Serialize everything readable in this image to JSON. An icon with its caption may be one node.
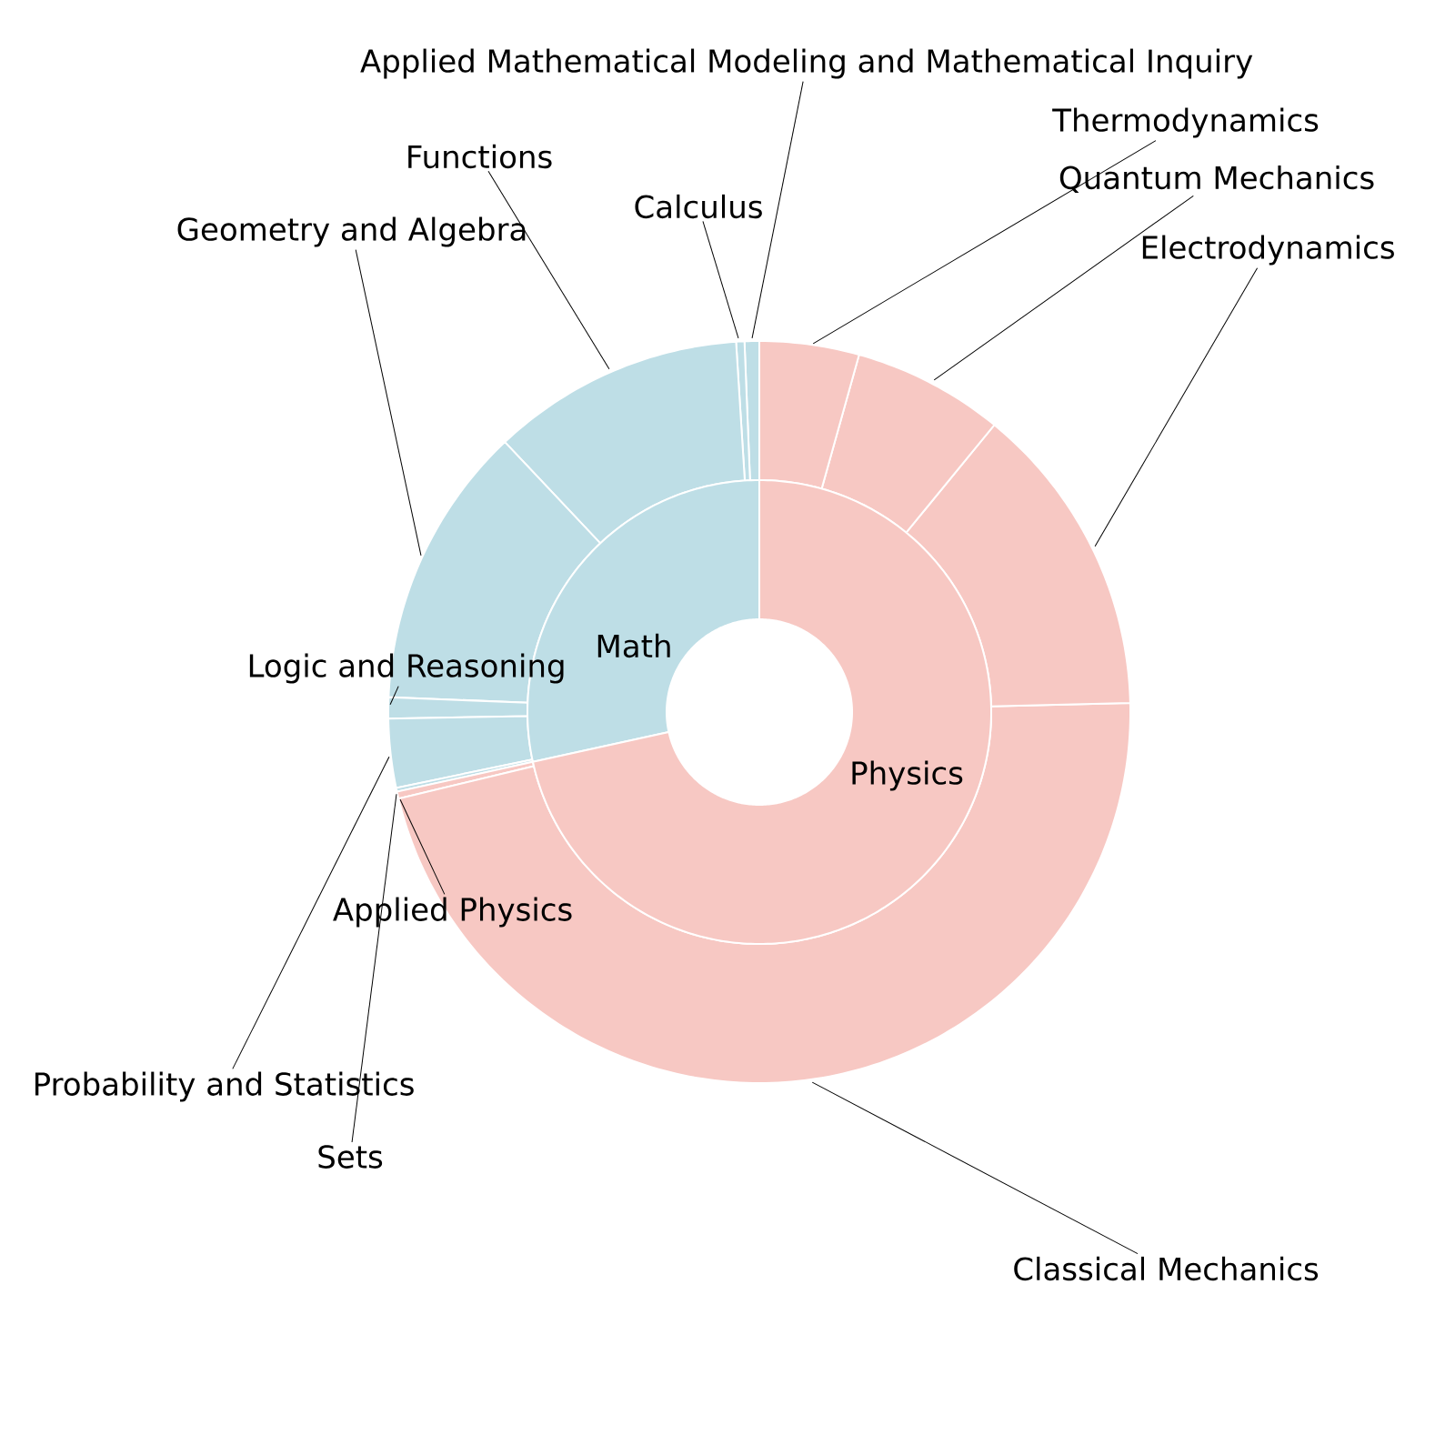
{
  "diagram": {
    "nodes": [
      {
        "text": [
          "Math"
        ]
      },
      {
        "text": [
          "Physics"
        ]
      },
      {
        "text": [
          "Applied Mathematical Modeling and Mathematical Inquiry"
        ]
      },
      {
        "text": [],
        "shape": "wedge"
      },
      {
        "text": [
          "Calculus"
        ]
      },
      {
        "text": [],
        "shape": "wedge"
      },
      {
        "text": [
          "Functions"
        ]
      },
      {
        "text": [],
        "shape": "wedge"
      },
      {
        "text": [
          "Geometry and Algebra"
        ]
      },
      {
        "text": [],
        "shape": "wedge"
      },
      {
        "text": [
          "Logic and Reasoning"
        ]
      },
      {
        "text": [],
        "shape": "wedge"
      },
      {
        "text": [
          "Probability and Statistics"
        ]
      },
      {
        "text": [],
        "shape": "wedge"
      },
      {
        "text": [
          "Sets"
        ]
      },
      {
        "text": [],
        "shape": "wedge"
      },
      {
        "text": [
          "Applied Physics"
        ]
      },
      {
        "text": [],
        "shape": "wedge"
      },
      {
        "text": [
          "Classical Mechanics"
        ]
      },
      {
        "text": [],
        "shape": "wedge"
      },
      {
        "text": [
          "Electrodynamics"
        ]
      },
      {
        "text": [],
        "shape": "wedge"
      },
      {
        "text": [
          "Quantum Mechanics"
        ]
      },
      {
        "text": [],
        "shape": "wedge"
      },
      {
        "text": [
          "Thermodynamics"
        ]
      },
      {
        "text": [],
        "shape": "wedge"
      }
    ],
    "edges": [
      {
        "from": 2,
        "to": 3,
        "arrow": "none"
      },
      {
        "from": 4,
        "to": 5,
        "arrow": "none"
      },
      {
        "from": 6,
        "to": 7,
        "arrow": "none"
      },
      {
        "from": 8,
        "to": 9,
        "arrow": "none"
      },
      {
        "from": 10,
        "to": 11,
        "arrow": "none"
      },
      {
        "from": 12,
        "to": 13,
        "arrow": "none"
      },
      {
        "from": 14,
        "to": 15,
        "arrow": "none"
      },
      {
        "from": 16,
        "to": 17,
        "arrow": "none"
      },
      {
        "from": 18,
        "to": 19,
        "arrow": "none"
      },
      {
        "from": 20,
        "to": 21,
        "arrow": "none"
      },
      {
        "from": 22,
        "to": 23,
        "arrow": "none"
      },
      {
        "from": 24,
        "to": 25,
        "arrow": "none"
      }
    ]
  }
}
